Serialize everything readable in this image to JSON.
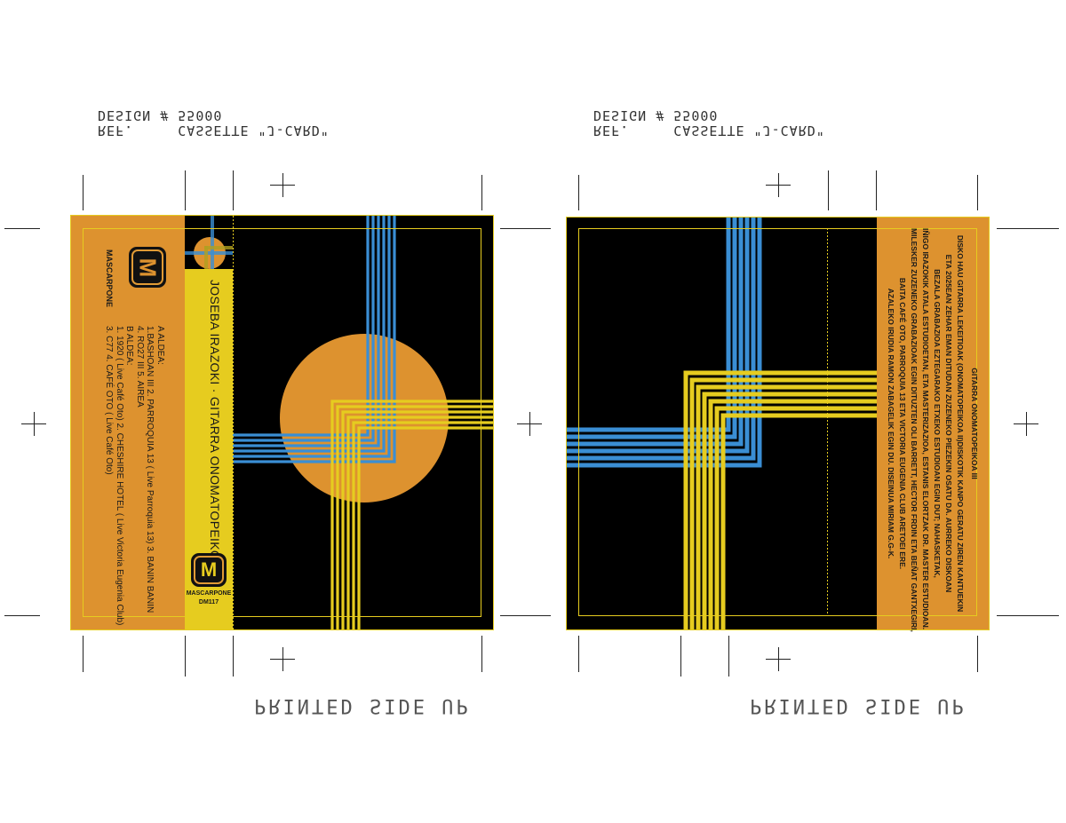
{
  "template": {
    "design_label": "DESIGN # 55000",
    "ref_label": "REF.     CASSETTE \"J-CARD\"",
    "printed_side": "PRINTED SIDE UP"
  },
  "front": {
    "label_name": "MASCARPONE",
    "logo_letter": "M",
    "spine_title": "JOSEBA IRAZOKI  ·  GITARRA ONOMATOPEIKOA III",
    "spine_label": "MASCARPONE",
    "catalog": "DM117",
    "tracklist": [
      "A ALDEA:",
      "1.BASHOAN III  2. PARROQUIA 13 ( Live Parroquia 13)   3. BANIN BANIN",
      "4. RO27 III  5. AIREA",
      "B ALDEA:",
      "1. 1920 ( Live Café Oto) 2. CHESHIRE HOTEL ( Live Victoria Eugenia Club)",
      "3. C77  4. CAFÉ OTO ( Live Café Oto)"
    ]
  },
  "back": {
    "title": "GITARRA ONOMATOPEIKOA III",
    "notes": [
      "DISKO HAU GITARRA LEKEITIOAK (ONOMATOPEIKOA II)DISKOTIK KANPO GERATU ZIREN KANTUEKIN",
      "ETA 2025EAN ZEHAR EMAN DITUDAN ZUZENEKO PIEZEKIN OSATU DA. AURREKO DISKOAN",
      "BEZALA GRABAZIOA EZTEGARAKO ETXEKO ESTUDIOAN EGIN DUT; NAHASKETAK,",
      "IÑIGO IRAZOKIK ATALA ESTUDIOETAN, ETA MASTERIZAZIOA, ESTANIS ELORTZAK DR. MASTER ESTUDIOAN.",
      "MILESKER ZUZENEKO GRABAZIOAK EGIN DITUZTEN OLI BARRETT, HECTOR FRDIN ETA BEÑAT GANTXEGIRI,",
      "BAITA CAFÉ OTO, PARROQUIA 13 ETA VICTORIA EUGENIA CLUB ARETOEI ERE.",
      "AZALEKO IRUDIA RAMON ZABAGELIK EGIN DU. DISEINUA MIRIAM G.G-K."
    ]
  },
  "colors": {
    "orange": "#dd922f",
    "yellow": "#e6cc1f",
    "blue": "#3a8ed4",
    "black": "#000000"
  }
}
